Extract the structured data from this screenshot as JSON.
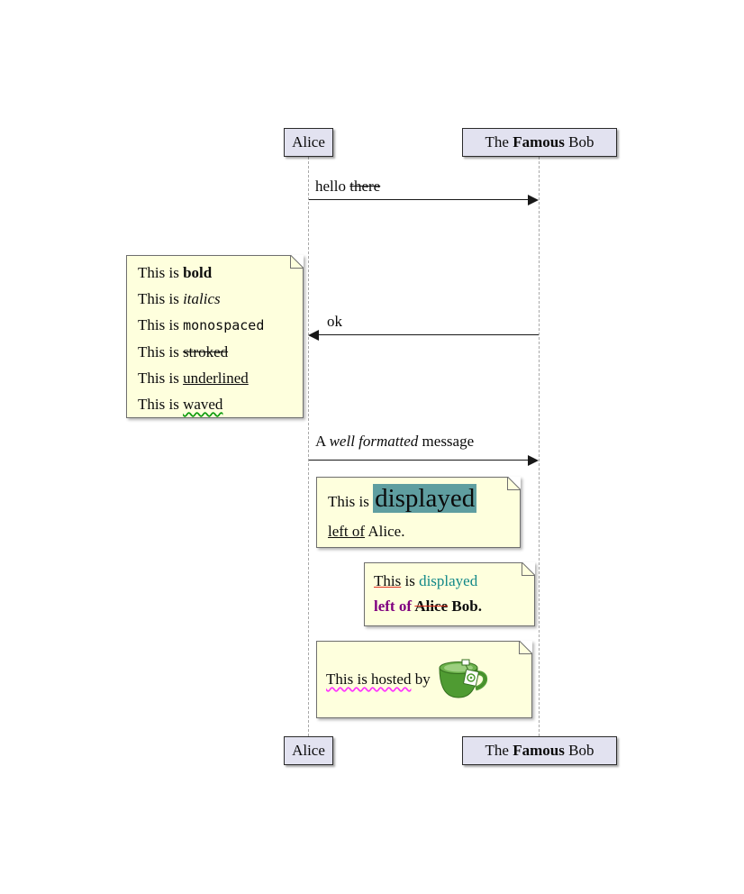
{
  "colors": {
    "participant_bg": "#E2E2F0",
    "note_bg": "#FEFFDD",
    "highlight_bg": "#5F9EA0",
    "teal_text": "#118888",
    "purple_text": "#800080",
    "pink_wave": "#FF33FF",
    "green_wave": "#0B9A0B",
    "red_decoration": "#E03020",
    "line_color": "#181818"
  },
  "participants": {
    "alice": {
      "label": "Alice"
    },
    "bob": {
      "pre": "The ",
      "famous": "Famous",
      "post": " Bob"
    }
  },
  "messages": {
    "hello": {
      "pre": "hello ",
      "struck": "there"
    },
    "ok": {
      "label": "ok"
    },
    "formatted": {
      "pre": "A ",
      "italic": "well formatted",
      "post": " message"
    }
  },
  "notes": {
    "formatting": {
      "lines": [
        {
          "pre": "This is ",
          "styled": "bold"
        },
        {
          "pre": "This is ",
          "styled": "italics"
        },
        {
          "pre": "This is ",
          "styled": "monospaced"
        },
        {
          "pre": "This is ",
          "styled": "stroked"
        },
        {
          "pre": "This is ",
          "styled": "underlined"
        },
        {
          "pre": "This is ",
          "styled": "waved"
        }
      ]
    },
    "left_of_alice": {
      "line1_pre": "This is ",
      "line1_big": "displayed",
      "line2_underlined": "left of",
      "line2_post": " Alice."
    },
    "left_of_bob": {
      "line1_underlined": "This",
      "line1_mid": " is ",
      "line1_teal": "displayed",
      "line2_purple": "left of",
      "line2_space": " ",
      "line2_struck": "Alice",
      "line2_post": " Bob."
    },
    "hosted": {
      "wavy": "This is hosted",
      "post": " by ",
      "icon": "teacup-icon"
    }
  }
}
